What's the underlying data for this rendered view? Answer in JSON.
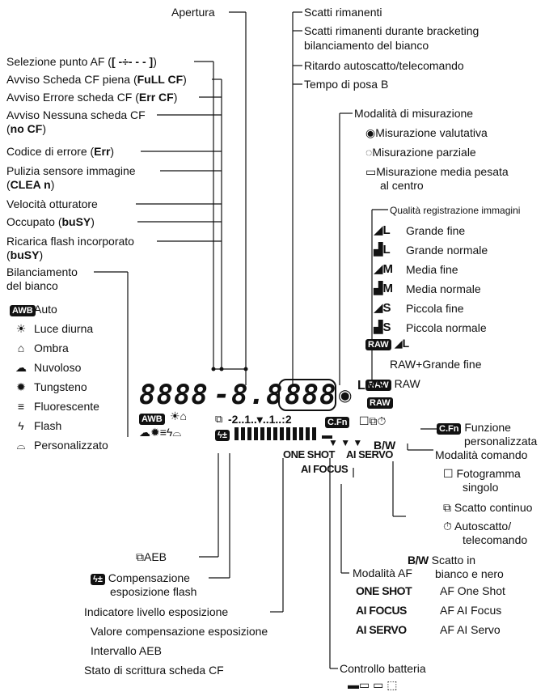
{
  "top": {
    "apertura": "Apertura",
    "scatti_rimanenti": "Scatti rimanenti",
    "scatti_bracketing_1": "Scatti rimanenti durante bracketing",
    "scatti_bracketing_2": "bilanciamento del bianco",
    "ritardo": "Ritardo autoscatto/telecomando",
    "tempo_posa": "Tempo di posa B"
  },
  "left": {
    "sel_af_prefix": "Selezione punto AF (",
    "sel_af_code": "[ -÷- - - ]",
    "sel_af_suffix": ")",
    "scheda_piena_prefix": "Avviso Scheda CF piena (",
    "scheda_piena_code": "FuLL CF",
    "scheda_piena_suffix": ")",
    "errore_scheda_prefix": "Avviso Errore scheda CF (",
    "errore_scheda_code": "Err CF",
    "errore_scheda_suffix": ")",
    "nessuna_scheda_1": "Avviso Nessuna scheda CF",
    "nessuna_scheda_code": "no CF",
    "codice_errore_prefix": "Codice di errore (",
    "codice_errore_code": "Err",
    "codice_errore_suffix": ")",
    "pulizia_1": "Pulizia sensore immagine",
    "pulizia_code": "CLEA n",
    "velocita": "Velocità otturatore",
    "occupato_prefix": "Occupato (",
    "occupato_code": "buSY",
    "occupato_suffix": ")",
    "ricarica_1": "Ricarica flash incorporato",
    "ricarica_code": "buSY"
  },
  "wb": {
    "title_1": "Bilanciamento",
    "title_2": "del bianco",
    "items": [
      {
        "icon": "AWB",
        "label": "Auto"
      },
      {
        "icon": "☀",
        "label": "Luce diurna"
      },
      {
        "icon": "⌂",
        "label": "Ombra"
      },
      {
        "icon": "☁",
        "label": "Nuvoloso"
      },
      {
        "icon": "✹",
        "label": "Tungsteno"
      },
      {
        "icon": "≡",
        "label": "Fluorescente"
      },
      {
        "icon": "ϟ",
        "label": "Flash"
      },
      {
        "icon": "⌓",
        "label": "Personalizzato"
      }
    ]
  },
  "metering": {
    "title": "Modalità di misurazione",
    "items": [
      {
        "icon": "◉",
        "label": "Misurazione valutativa"
      },
      {
        "icon": "◌",
        "label": "Misurazione parziale"
      },
      {
        "icon": "▭",
        "label": "Misurazione media pesata",
        "label2": "al centro"
      }
    ]
  },
  "quality": {
    "title": "Qualità registrazione immagini",
    "items": [
      {
        "size": "L",
        "fine": true,
        "label": "Grande fine"
      },
      {
        "size": "L",
        "fine": false,
        "label": "Grande normale"
      },
      {
        "size": "M",
        "fine": true,
        "label": "Media fine"
      },
      {
        "size": "M",
        "fine": false,
        "label": "Media normale"
      },
      {
        "size": "S",
        "fine": true,
        "label": "Piccola fine"
      },
      {
        "size": "S",
        "fine": false,
        "label": "Piccola normale"
      }
    ],
    "raw_plus_label": "RAW+Grande fine",
    "raw_tag": "RAW",
    "raw_plus_size": "L",
    "raw_label": "RAW"
  },
  "right": {
    "cfn_tag": "C.Fn",
    "funzione_1": "Funzione",
    "funzione_2": "personalizzata",
    "comando": "Modalità comando",
    "fotogramma_1": "Fotogramma",
    "fotogramma_2": "singolo",
    "continuo": "Scatto continuo",
    "autoscatto_1": "Autoscatto/",
    "autoscatto_2": "telecomando",
    "bw_code": "B/W",
    "bw_1": "Scatto in",
    "bw_2": "bianco e nero"
  },
  "af": {
    "title": "Modalità AF",
    "items": [
      {
        "code": "ONE SHOT",
        "label": "AF One Shot"
      },
      {
        "code": "AI FOCUS",
        "label": "AF AI Focus"
      },
      {
        "code": "AI SERVO",
        "label": "AF AI Servo"
      }
    ]
  },
  "lcd": {
    "shutter": "8888",
    "dash": "-",
    "aperture": "8.8",
    "shots": "888",
    "scale": "-2..1..▾..1..:2",
    "awb": "AWB",
    "raw": "RAW",
    "cfn": "C.Fn",
    "lms": "LMS",
    "one_shot": "ONE SHOT",
    "ai_focus": "AI FOCUS",
    "ai_servo": "AI SERVO",
    "bw": "B/W"
  },
  "bottom": {
    "aeb": "AEB",
    "comp_flash_1": "Compensazione",
    "comp_flash_2": "esposizione flash",
    "indicatore": "Indicatore livello esposizione",
    "valore": "Valore compensazione esposizione",
    "intervallo": "Intervallo AEB",
    "stato": "Stato di scrittura scheda CF",
    "batteria": "Controllo batteria"
  }
}
